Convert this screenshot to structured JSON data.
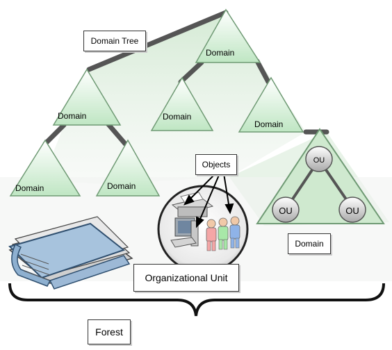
{
  "colors": {
    "triangle_fill": "#cdeccd",
    "triangle_stroke": "#6f9a74",
    "connector": "#555555",
    "callout_border": "#333333",
    "forest_shadow": "#e2e9e2",
    "binder_blue": "#a7c3dd"
  },
  "labels": {
    "domain_tree": "Domain Tree",
    "objects": "Objects",
    "organizational_unit": "Organizational Unit",
    "forest": "Forest",
    "domain_callout": "Domain"
  },
  "domains": {
    "root": "Domain",
    "left": "Domain",
    "center_left": "Domain",
    "right": "Domain",
    "bottom_left": "Domain",
    "bottom_center": "Domain"
  },
  "ou_nodes": {
    "top": "OU",
    "bottom_left": "OU",
    "bottom_right": "OU"
  },
  "icons": {
    "binder": "binder-icon",
    "printer": "printer-icon",
    "computer": "computer-icon",
    "users": "users-icon"
  }
}
